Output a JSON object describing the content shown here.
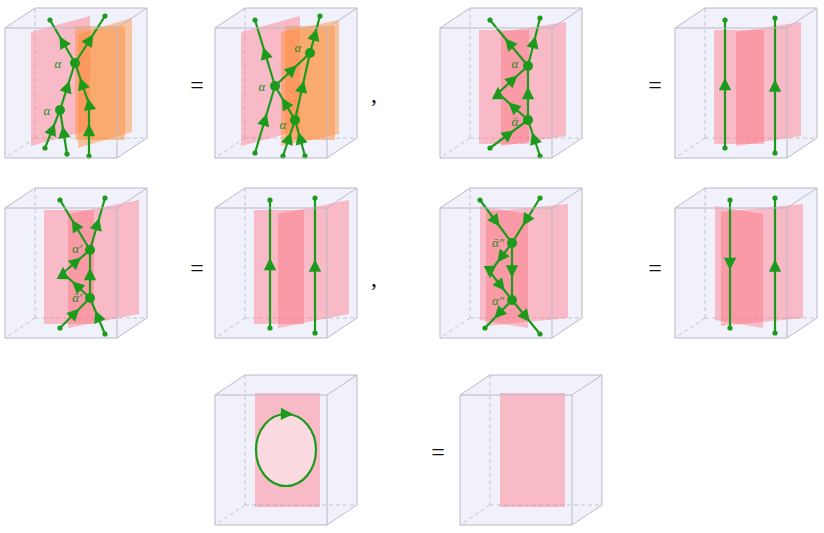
{
  "diagram": {
    "labels": [
      "α",
      "α",
      "=",
      "α",
      "α",
      "α",
      ",",
      "α",
      "ᾱ",
      "=",
      "α′",
      "ᾱ′",
      "=",
      ",",
      "ᾱ″",
      "α″",
      "=",
      "="
    ]
  }
}
